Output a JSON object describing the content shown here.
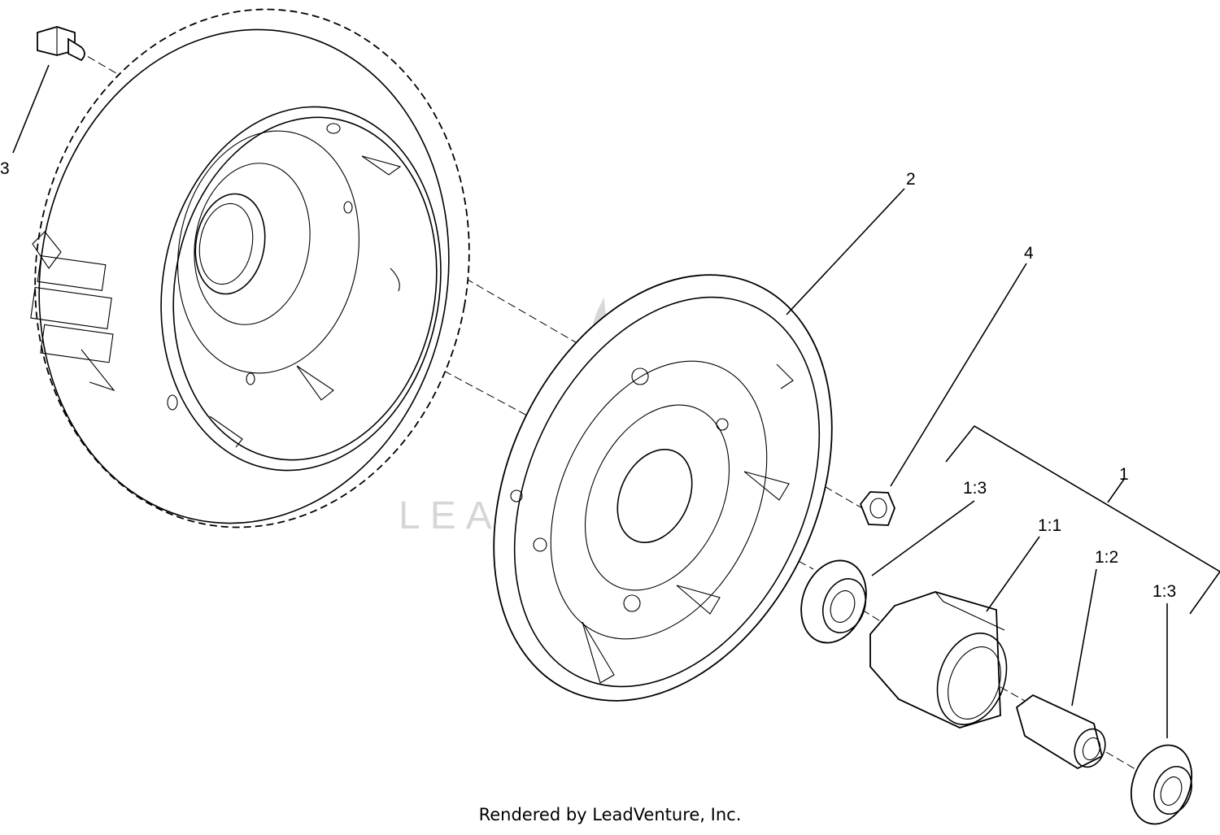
{
  "callouts": {
    "c1": "1",
    "c2": "2",
    "c3": "3",
    "c4": "4",
    "c1_3a": "1:3",
    "c1_1": "1:1",
    "c1_2": "1:2",
    "c1_3b": "1:3"
  },
  "watermark": "LEADVENTURE",
  "footer": "Rendered by LeadVenture, Inc.",
  "colors": {
    "line": "#000000",
    "background": "#ffffff",
    "watermark": "#d6d6d6"
  }
}
